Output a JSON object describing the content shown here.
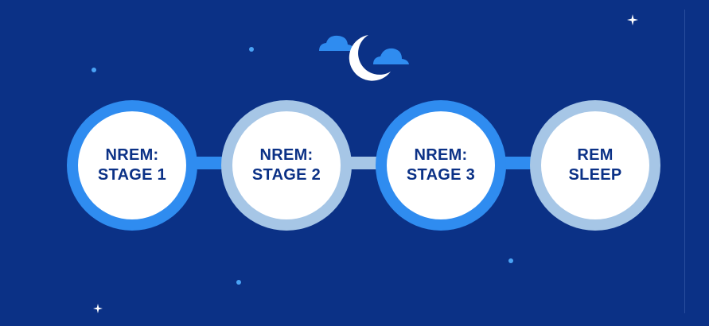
{
  "colors": {
    "background": "#0b3186",
    "bright_blue": "#2f8cf0",
    "pale_blue": "#a6c6e6",
    "white": "#ffffff",
    "text": "#0b3186"
  },
  "icons": [
    "moon-icon",
    "cloud-icon",
    "sparkle-icon"
  ],
  "stages": [
    {
      "line1": "NREM:",
      "line2": "STAGE 1",
      "ring_color": "#2f8cf0"
    },
    {
      "line1": "NREM:",
      "line2": "STAGE 2",
      "ring_color": "#a6c6e6"
    },
    {
      "line1": "NREM:",
      "line2": "STAGE 3",
      "ring_color": "#2f8cf0"
    },
    {
      "line1": "REM",
      "line2": "SLEEP",
      "ring_color": "#a6c6e6"
    }
  ],
  "connectors": [
    {
      "color": "#2f8cf0"
    },
    {
      "color": "#a6c6e6"
    },
    {
      "color": "#2f8cf0"
    }
  ]
}
